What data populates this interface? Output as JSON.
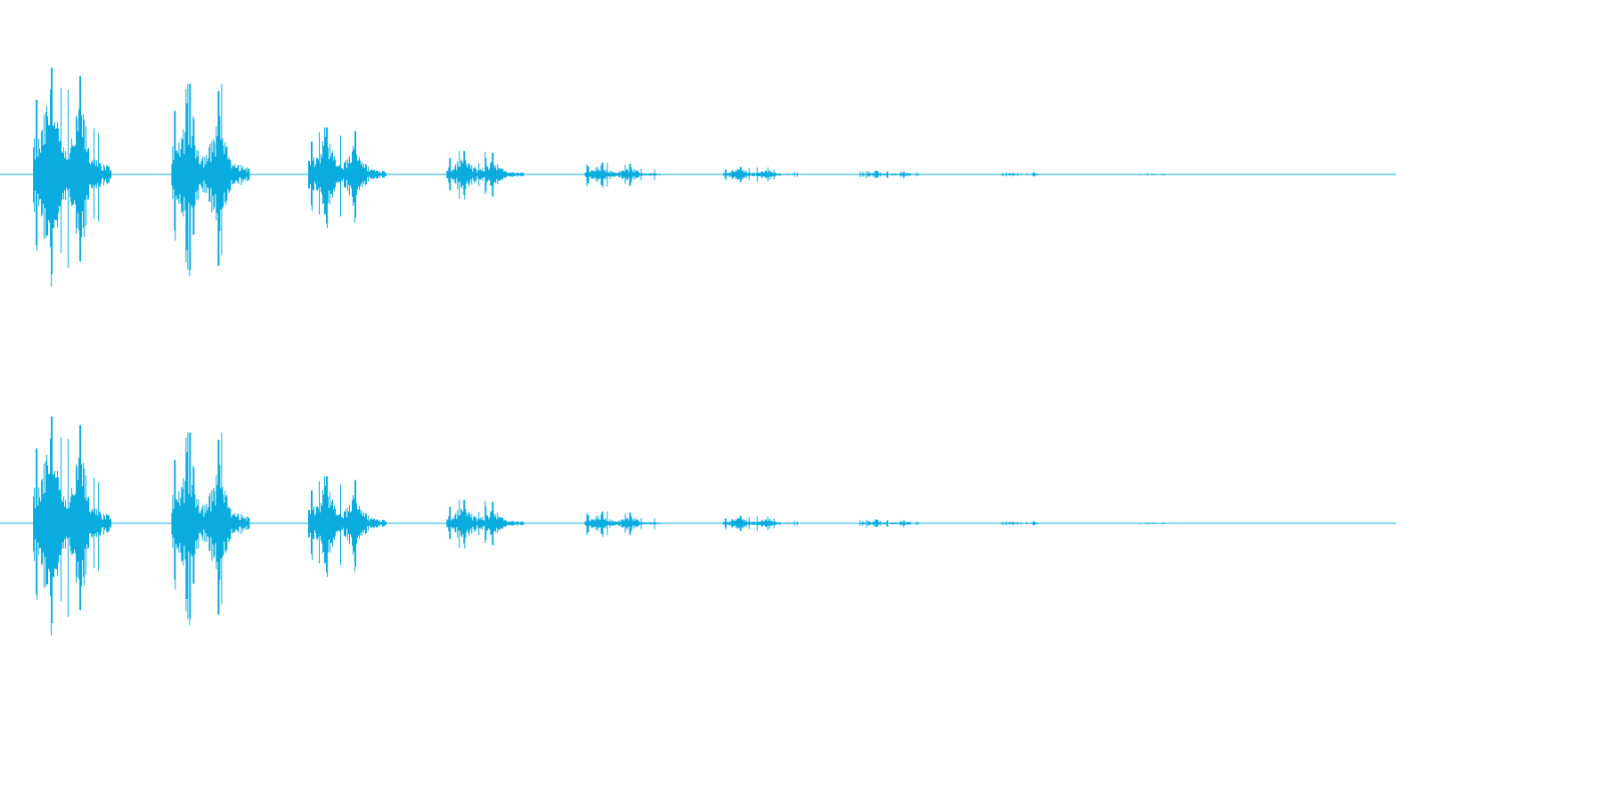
{
  "waveform": {
    "color": "#0aacdf",
    "background": "#ffffff",
    "channels": [
      "left",
      "right"
    ],
    "bursts": [
      {
        "start": 0.024,
        "end": 0.08,
        "peak": 1.0
      },
      {
        "start": 0.123,
        "end": 0.179,
        "peak": 0.85
      },
      {
        "start": 0.221,
        "end": 0.277,
        "peak": 0.44
      },
      {
        "start": 0.32,
        "end": 0.375,
        "peak": 0.22
      },
      {
        "start": 0.419,
        "end": 0.473,
        "peak": 0.11
      },
      {
        "start": 0.518,
        "end": 0.571,
        "peak": 0.07
      },
      {
        "start": 0.616,
        "end": 0.668,
        "peak": 0.035
      },
      {
        "start": 0.716,
        "end": 0.757,
        "peak": 0.02
      },
      {
        "start": 0.815,
        "end": 0.846,
        "peak": 0.01
      }
    ]
  }
}
